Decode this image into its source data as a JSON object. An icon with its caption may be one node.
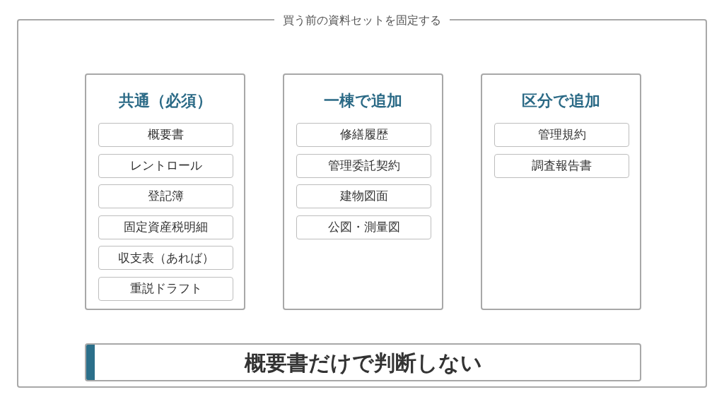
{
  "diagram": {
    "nodes": [
      {
        "text": [
          "買う前の資料セットを固定する"
        ]
      },
      {
        "text": [
          "共通（必須）"
        ],
        "in": 0
      },
      {
        "text": [
          "概要書"
        ],
        "in": 1
      },
      {
        "text": [
          "レントロール"
        ],
        "in": 1
      },
      {
        "text": [
          "登記簿"
        ],
        "in": 1
      },
      {
        "text": [
          "固定資産税明細"
        ],
        "in": 1
      },
      {
        "text": [
          "収支表（あれば）"
        ],
        "in": 1
      },
      {
        "text": [
          "重説ドラフト"
        ],
        "in": 1
      },
      {
        "text": [
          "一棟で追加"
        ],
        "in": 0
      },
      {
        "text": [
          "修繕履歴"
        ],
        "in": 8
      },
      {
        "text": [
          "管理委託契約"
        ],
        "in": 8
      },
      {
        "text": [
          "建物図面"
        ],
        "in": 8
      },
      {
        "text": [
          "公図・測量図"
        ],
        "in": 8
      },
      {
        "text": [
          "区分で追加"
        ],
        "in": 0
      },
      {
        "text": [
          "管理規約"
        ],
        "in": 13
      },
      {
        "text": [
          "調査報告書"
        ],
        "in": 13
      },
      {
        "text": [
          "概要書だけで判断しない"
        ],
        "in": 0
      }
    ]
  }
}
